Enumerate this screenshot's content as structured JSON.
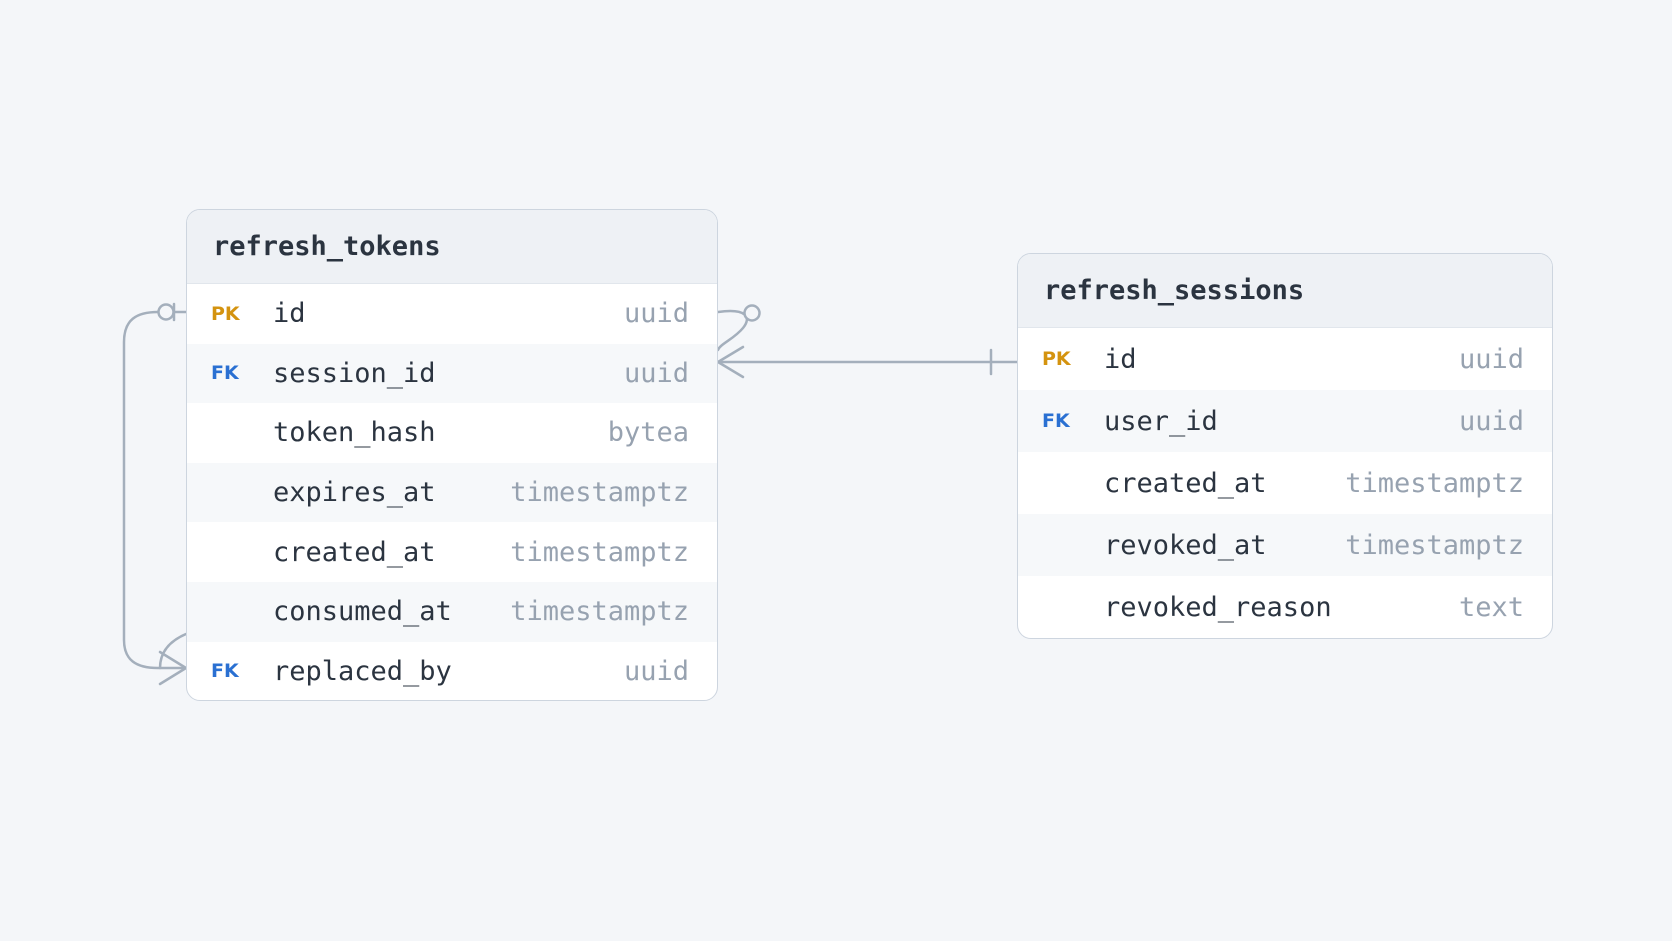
{
  "diagram": {
    "tables": [
      {
        "name": "refresh_tokens",
        "columns": [
          {
            "key": "PK",
            "name": "id",
            "type": "uuid"
          },
          {
            "key": "FK",
            "name": "session_id",
            "type": "uuid"
          },
          {
            "key": "",
            "name": "token_hash",
            "type": "bytea"
          },
          {
            "key": "",
            "name": "expires_at",
            "type": "timestamptz"
          },
          {
            "key": "",
            "name": "created_at",
            "type": "timestamptz"
          },
          {
            "key": "",
            "name": "consumed_at",
            "type": "timestamptz"
          },
          {
            "key": "FK",
            "name": "replaced_by",
            "type": "uuid"
          }
        ]
      },
      {
        "name": "refresh_sessions",
        "columns": [
          {
            "key": "PK",
            "name": "id",
            "type": "uuid"
          },
          {
            "key": "FK",
            "name": "user_id",
            "type": "uuid"
          },
          {
            "key": "",
            "name": "created_at",
            "type": "timestamptz"
          },
          {
            "key": "",
            "name": "revoked_at",
            "type": "timestamptz"
          },
          {
            "key": "",
            "name": "revoked_reason",
            "type": "text"
          }
        ]
      }
    ],
    "relationships": [
      {
        "from": "refresh_tokens.session_id",
        "to": "refresh_sessions.id",
        "from_cardinality": "zero-or-many",
        "to_cardinality": "exactly-one"
      },
      {
        "from": "refresh_tokens.replaced_by",
        "to": "refresh_tokens.id",
        "from_cardinality": "many",
        "to_cardinality": "zero-or-one"
      }
    ],
    "colors": {
      "background": "#f4f6f9",
      "pk": "#d4930f",
      "fk": "#2a70d2",
      "connector": "#a4afbc",
      "type_text": "#97a2b0",
      "name_text": "#2b3440"
    }
  }
}
